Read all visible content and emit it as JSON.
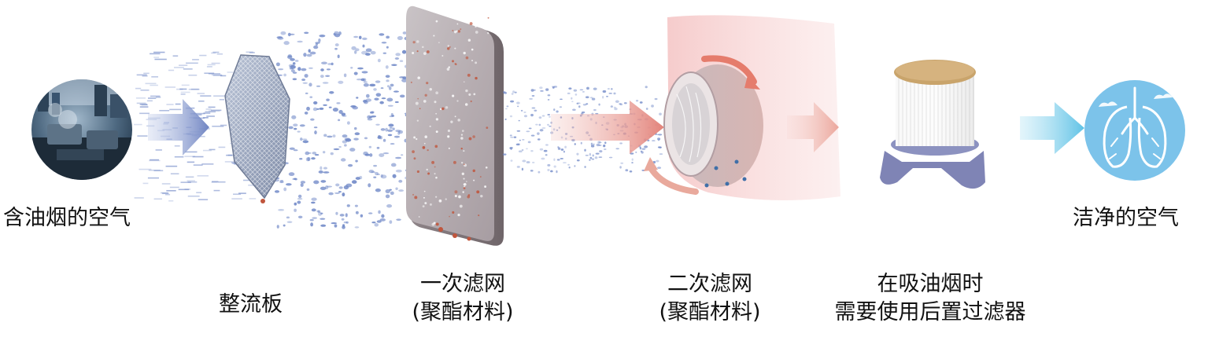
{
  "colors": {
    "arrow_blue": "#7f92c9",
    "arrow_red": "#e9928a",
    "arrow_cyan": "#79cdea",
    "lung_bg": "#7cc3ea",
    "particle": "#6d86c6",
    "oil": "#c0553c",
    "stand": "#8187b8",
    "cap": "#c9a46b"
  },
  "icons": {
    "factory": "factory-photo-icon",
    "lungs": "lungs-icon"
  },
  "labels": {
    "input_air": "含油烟的空气",
    "clean_air": "洁净的空气",
    "rectifier": "整流板",
    "primary_line1": "一次滤网",
    "primary_line2": "(聚酯材料)",
    "secondary_line1": "二次滤网",
    "secondary_line2": "(聚酯材料)",
    "post_line1": "在吸油烟时",
    "post_line2": "需要使用后置过滤器"
  }
}
